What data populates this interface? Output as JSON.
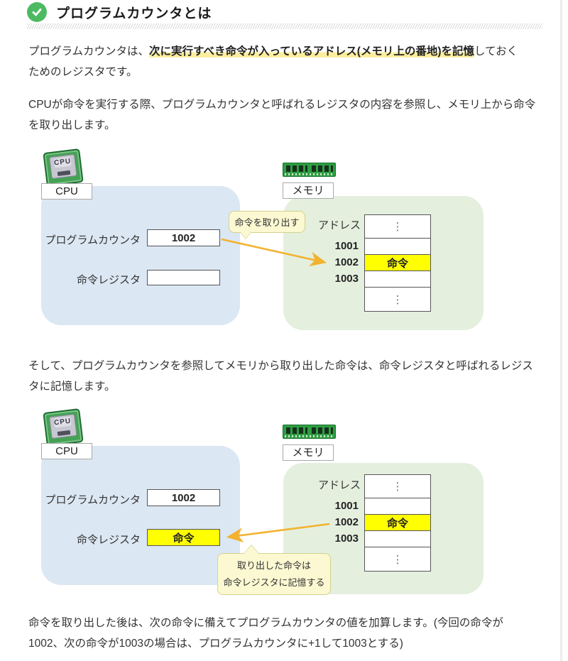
{
  "header": {
    "title": "プログラムカウンタとは"
  },
  "paragraphs": {
    "p1_pre": "プログラムカウンタは、",
    "p1_highlight": "次に実行すべき命令が入っているアドレス(メモリ上の番地)を記憶",
    "p1_after": "しておく",
    "p1_line2": "ためのレジスタです。",
    "p2_lines": {
      "0": "CPUが命令を実行する際、プログラムカウンタと呼ばれるレジスタの内容を参照し、メモリ上から命令",
      "1": "を取り出します。"
    },
    "p3_lines": {
      "0": "そして、プログラムカウンタを参照してメモリから取り出した命令は、命令レジスタと呼ばれるレジス",
      "1": "タに記憶します。"
    },
    "p4_lines": {
      "0": "命令を取り出した後は、次の命令に備えてプログラムカウンタの値を加算します。(今回の命令が",
      "1": "1002、次の命令が1003の場合は、プログラムカウンタに+1して1003とする)"
    }
  },
  "diagram1": {
    "chip_text": "CPU",
    "cpu_label": "CPU",
    "memory_label": "メモリ",
    "pc_label": "プログラムカウンタ",
    "pc_value": "1002",
    "ir_label": "命令レジスタ",
    "ir_value": "",
    "callout": "命令を取り出す",
    "address_header": "アドレス",
    "memory_rows": [
      {
        "addr": "",
        "value": "⋮"
      },
      {
        "addr": "1001",
        "value": ""
      },
      {
        "addr": "1002",
        "value": "命令"
      },
      {
        "addr": "1003",
        "value": ""
      },
      {
        "addr": "",
        "value": "⋮"
      }
    ]
  },
  "diagram2": {
    "chip_text": "CPU",
    "cpu_label": "CPU",
    "memory_label": "メモリ",
    "pc_label": "プログラムカウンタ",
    "pc_value": "1002",
    "ir_label": "命令レジスタ",
    "ir_value": "命令",
    "callout_line1": "取り出した命令は",
    "callout_line2": "命令レジスタに記憶する",
    "address_header": "アドレス",
    "memory_rows": [
      {
        "addr": "",
        "value": "⋮"
      },
      {
        "addr": "1001",
        "value": ""
      },
      {
        "addr": "1002",
        "value": "命令"
      },
      {
        "addr": "1003",
        "value": ""
      },
      {
        "addr": "",
        "value": "⋮"
      }
    ]
  },
  "colors": {
    "accent_green": "#4dba62",
    "text_highlight": "#fcee9e",
    "cpu_panel_blue": "#dbe7f3",
    "memory_panel_green": "#e4efde",
    "instruction_yellow": "#ffff00",
    "arrow_orange": "#f3b22f",
    "bubble_yellow": "#fbf8d2"
  }
}
